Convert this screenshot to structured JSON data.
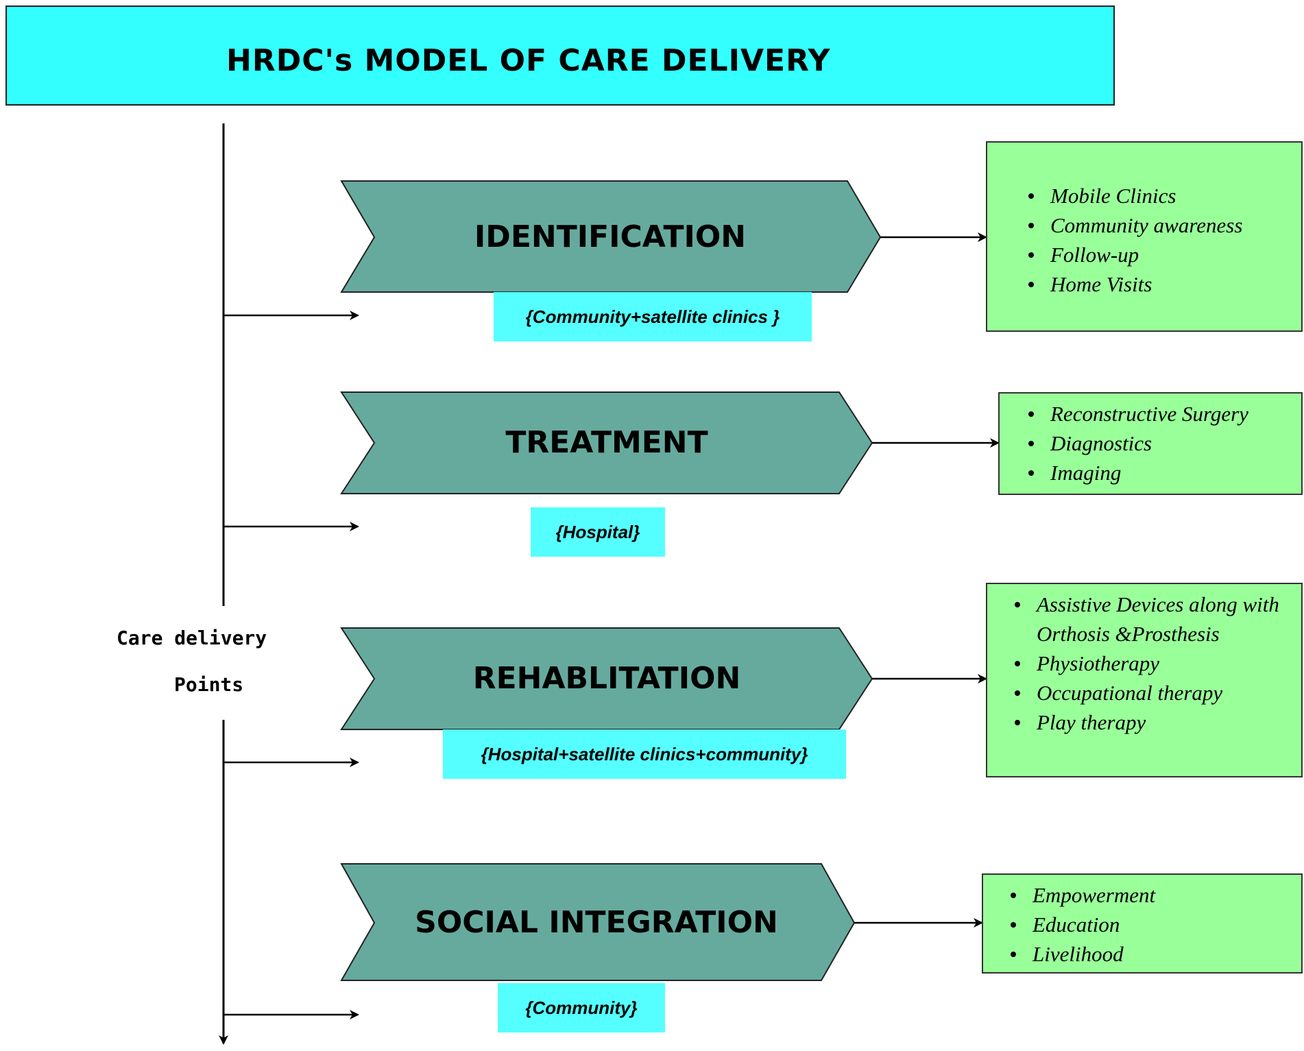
{
  "title": "HRDC's MODEL OF CARE DELIVERY",
  "side_label": {
    "line1": "Care delivery",
    "line2": "Points"
  },
  "colors": {
    "title_fill": "#33ffff",
    "chevron_fill": "#66aa9e",
    "location_fill": "#55ffff",
    "activity_fill": "#99ff99"
  },
  "stages": [
    {
      "label": "IDENTIFICATION",
      "location": "{Community+satellite clinics }",
      "activities": [
        "Mobile Clinics",
        "Community awareness",
        "Follow-up",
        "Home Visits"
      ]
    },
    {
      "label": "TREATMENT",
      "location": "{Hospital}",
      "activities": [
        "Reconstructive Surgery",
        "Diagnostics",
        "Imaging"
      ]
    },
    {
      "label": "REHABLITATION",
      "location": "{Hospital+satellite clinics+community}",
      "activities": [
        "Assistive Devices along with Orthosis &Prosthesis",
        "Physiotherapy",
        "Occupational therapy",
        "Play therapy"
      ]
    },
    {
      "label": "SOCIAL INTEGRATION",
      "location": "{Community}",
      "activities": [
        "Empowerment",
        "Education",
        "Livelihood"
      ]
    }
  ]
}
